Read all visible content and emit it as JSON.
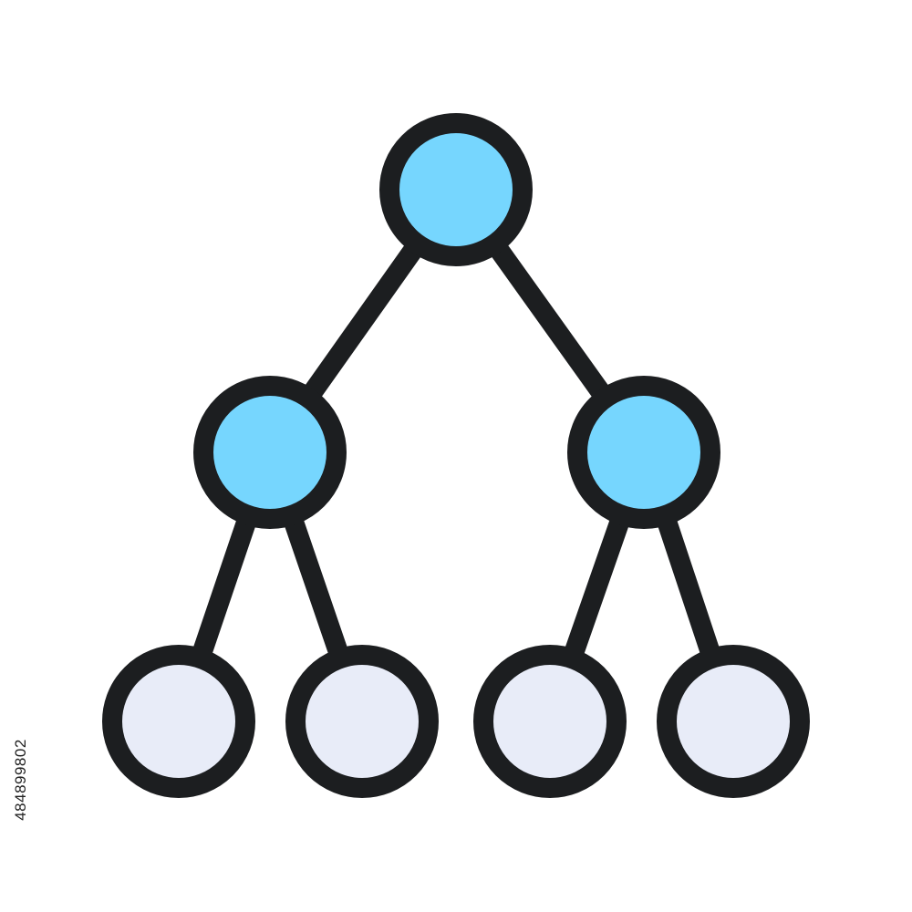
{
  "icon": {
    "name": "hierarchy-tree-icon",
    "colors": {
      "stroke": "#1c1e20",
      "root_fill": "#76d6fe",
      "level1_fill": "#76d6fe",
      "leaf_fill": "#e8ecf8",
      "background": "#ffffff"
    },
    "levels": [
      {
        "level": 0,
        "node_count": 1
      },
      {
        "level": 1,
        "node_count": 2
      },
      {
        "level": 2,
        "node_count": 4
      }
    ]
  },
  "watermark": {
    "stock_id": "484899802"
  }
}
